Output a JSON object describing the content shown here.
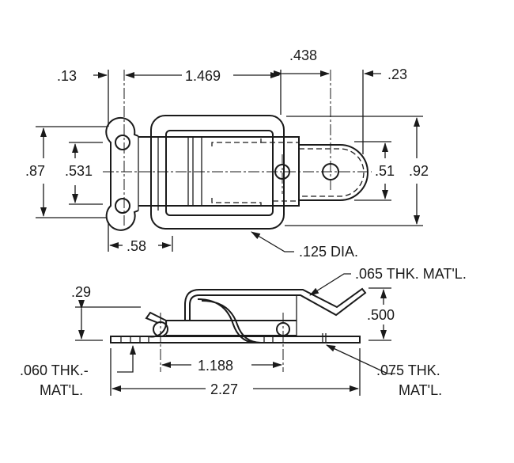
{
  "top_view": {
    "dim_013": ".13",
    "dim_1469": "1.469",
    "dim_0438": ".438",
    "dim_023": ".23",
    "dim_087": ".87",
    "dim_0531": ".531",
    "dim_051": ".51",
    "dim_092": ".92",
    "dim_058": ".58",
    "callout_wire": ".125 DIA."
  },
  "side_view": {
    "dim_029": ".29",
    "dim_0500": ".500",
    "dim_1188": "1.188",
    "dim_227": "2.27",
    "callout_065_line1": ".065 THK. MAT'L.",
    "callout_060_line1": ".060 THK.-",
    "callout_060_line2": "MAT'L.",
    "callout_075_line1": ".075 THK.",
    "callout_075_line2": "MAT'L."
  },
  "colors": {
    "ink": "#1a1a1a",
    "paper": "#ffffff"
  }
}
